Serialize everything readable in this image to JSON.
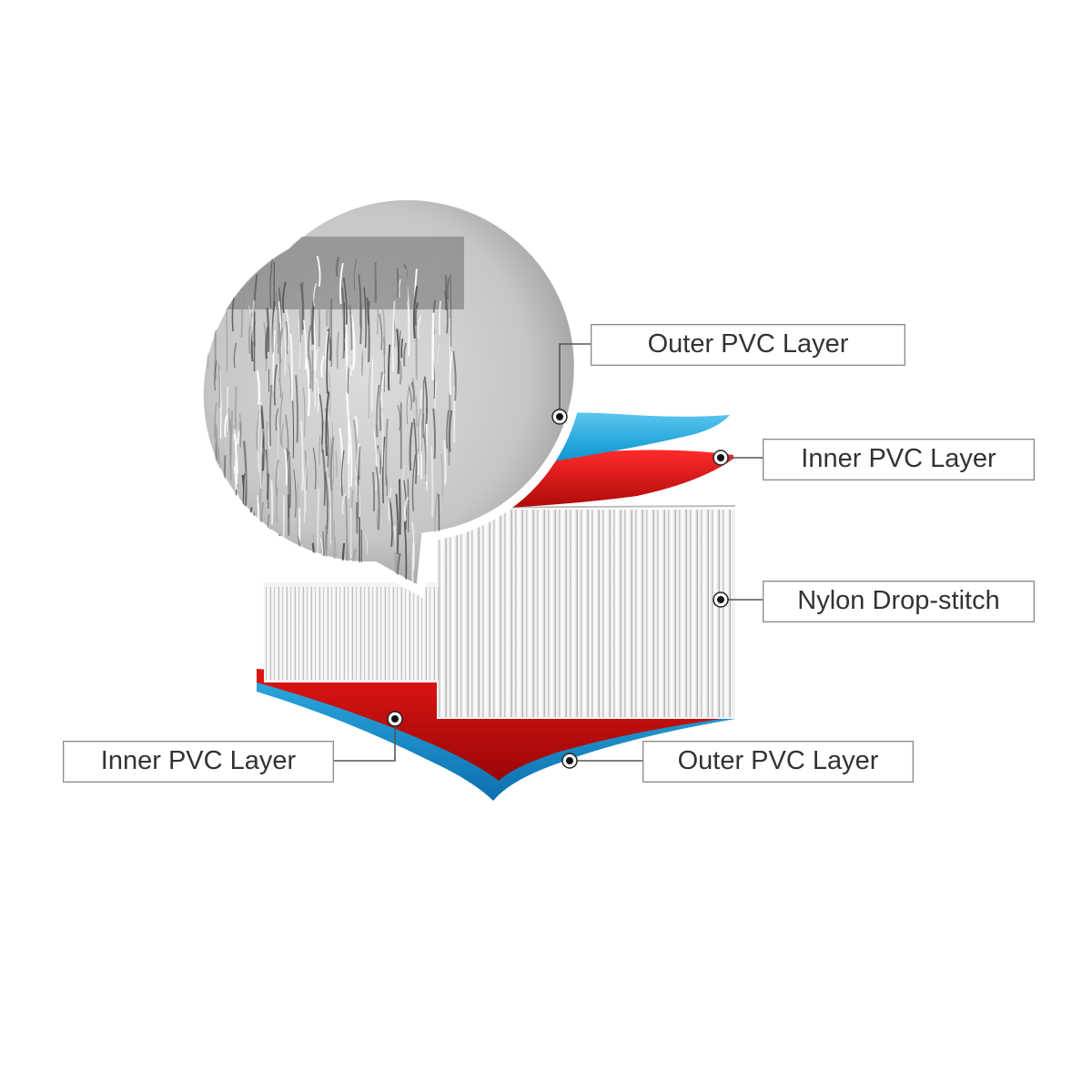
{
  "labels": {
    "outer_top": "Outer PVC Layer",
    "inner_top": "Inner PVC Layer",
    "dropstitch": "Nylon Drop-stitch",
    "inner_bottom": "Inner PVC Layer",
    "outer_bottom": "Outer PVC Layer"
  },
  "colors": {
    "outer_pvc": "#1fa3d9",
    "inner_pvc": "#d11414",
    "dropstitch_fiber": "#e6e6e6",
    "callout_line": "#555555",
    "label_border": "#8a8a8a"
  },
  "icons": {
    "callout_marker": "target-dot-icon",
    "magnifier": "magnified-fiber-icon"
  }
}
